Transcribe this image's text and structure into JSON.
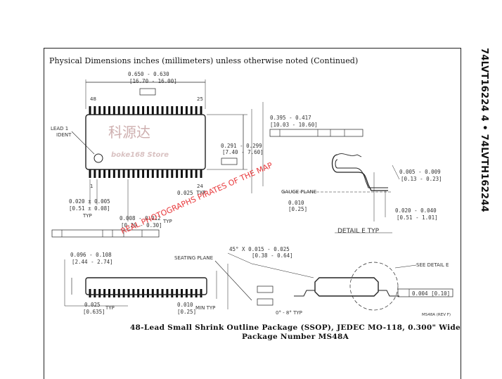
{
  "heading": {
    "bold": "Physical Dimensions",
    "rest": "inches (millimeters) unless otherwise noted (Continued)"
  },
  "side_title": "74LVT16224 4 • 74LVTH162244",
  "caption": {
    "line1": "48-Lead Small Shrink Outline Package (SSOP), JEDEC MO-118, 0.300\" Wide",
    "line2": "Package Number MS48A"
  },
  "watermark": {
    "cn": "科源达",
    "en": "boke168 Store",
    "red": "REAL PHOTOGRAPHS PIRATES OF THE MAP"
  },
  "top_view": {
    "length_dim": "0.650 - 0.630",
    "length_mm": "[16.70 - 16.00]",
    "pin_48": "48",
    "pin_25": "25",
    "pin_1": "1",
    "pin_24": "24",
    "lead_ident": "LEAD 1\nIDENT",
    "width_dim": "0.291 - 0.299",
    "width_mm": "[7.40 - 7.60]",
    "overall_dim": "0.395 - 0.417",
    "overall_mm": "[10.03 - 10.60]",
    "pitch_dim": "0.025 TYP",
    "lead_w_dim": "0.008 - 0.012",
    "lead_w_mm": "[0.20 - 0.30]",
    "tol_left": "0.020 ± 0.005",
    "tol_left_mm": "[0.51 ± 0.08]",
    "typ": "TYP"
  },
  "detail": {
    "gauge_plane": "GAUGE PLANE",
    "gauge_dim": "0.010",
    "gauge_mm": "[0.25]",
    "thk_dim": "0.005 - 0.009",
    "thk_mm": "[0.13 - 0.23]",
    "foot_dim": "0.020 - 0.040",
    "foot_mm": "[0.51 - 1.01]",
    "label": "DETAIL E TYP"
  },
  "side_view": {
    "height_dim": "0.096 - 0.108",
    "height_mm": "[2.44 - 2.74]",
    "seating_plane": "SEATING PLANE",
    "chamfer": "45° X 0.015 - 0.025",
    "chamfer_mm": "[0.38 - 0.64]",
    "see_detail": "SEE DETAIL E",
    "standoff": "0.025",
    "standoff_mm": "[0.635]",
    "min_typ": "0.010\n[0.25]",
    "mintyp_label": "MIN TYP",
    "angle": "0° - 8° TYP",
    "coplanarity": "0.004 [0.10]",
    "code": "MS48A (REV F)"
  }
}
